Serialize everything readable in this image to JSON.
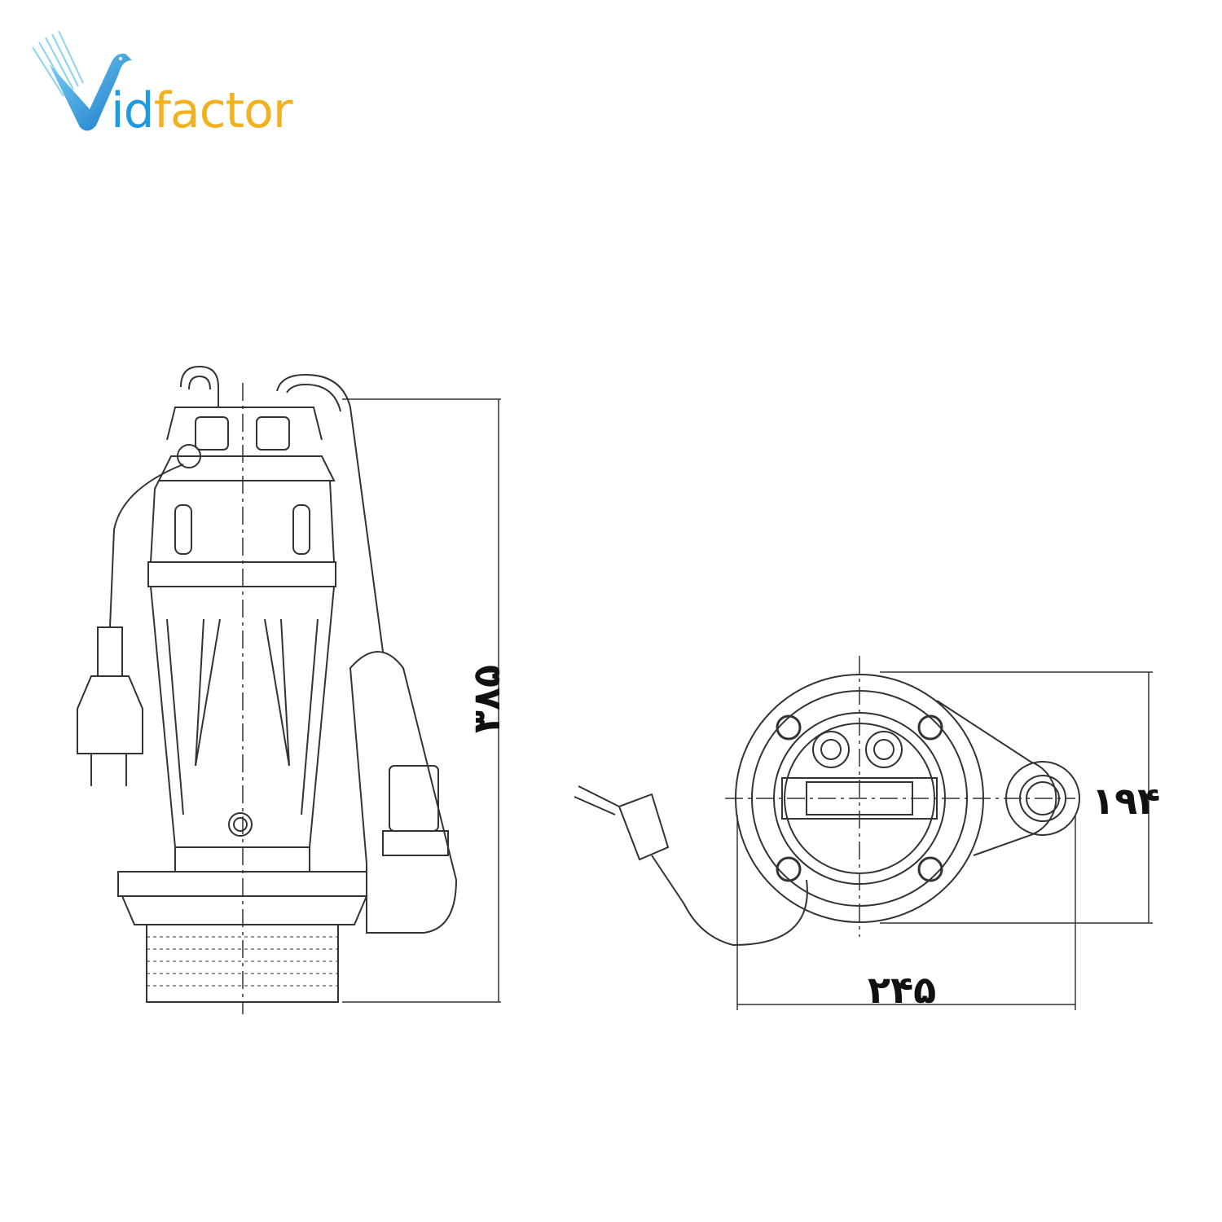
{
  "logo": {
    "text": "Vidfactor",
    "part1": "id",
    "part2": "factor",
    "colors": {
      "blue": "#1e9be0",
      "gold": "#f2b11e"
    }
  },
  "dimensions": {
    "height": "۳۸۵",
    "width": "۱۹۴",
    "length": "۲۴۵"
  }
}
